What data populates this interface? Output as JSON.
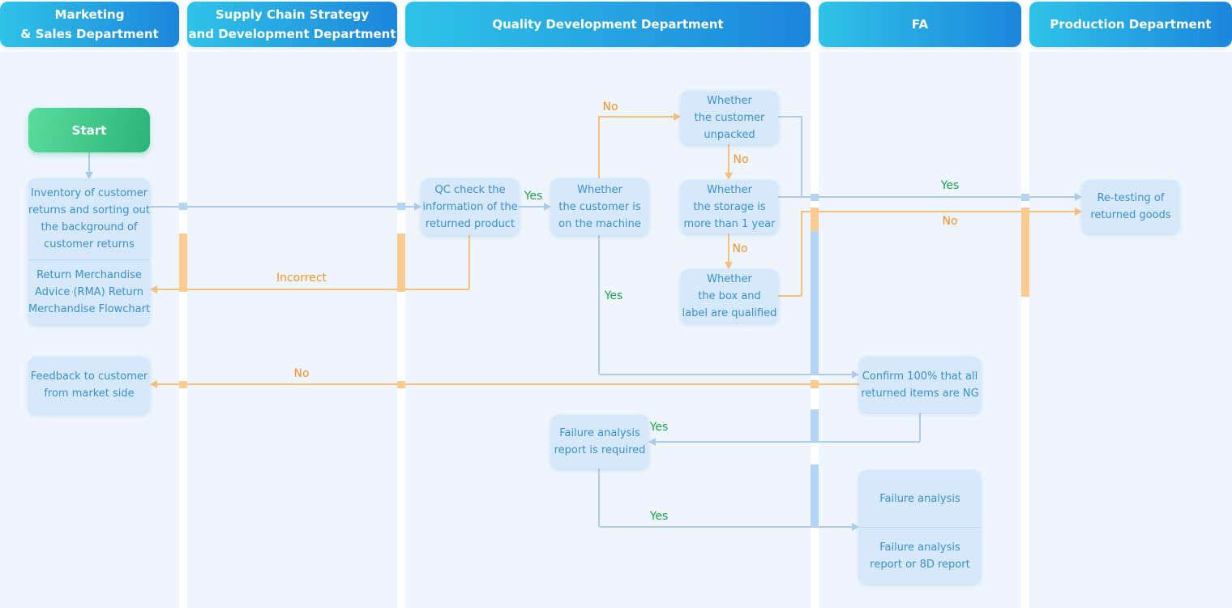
{
  "lanes": [
    {
      "id": "marketing",
      "title_lines": [
        "Marketing",
        "& Sales Department"
      ]
    },
    {
      "id": "supply_chain",
      "title_lines": [
        "Supply Chain Strategy",
        "and Development Department"
      ]
    },
    {
      "id": "quality",
      "title_lines": [
        "Quality Development Department"
      ]
    },
    {
      "id": "fa",
      "title_lines": [
        "FA"
      ]
    },
    {
      "id": "production",
      "title_lines": [
        "Production Department"
      ]
    }
  ],
  "nodes": {
    "start": {
      "label": "Start"
    },
    "inventory": {
      "lines": [
        "Inventory of customer",
        "returns and sorting out",
        "the background of",
        "customer returns"
      ]
    },
    "rma": {
      "lines": [
        "Return Merchandise",
        "Advice (RMA) Return",
        "Merchandise Flowchart"
      ]
    },
    "feedback": {
      "lines": [
        "Feedback to customer",
        "from market side"
      ]
    },
    "qc_check": {
      "lines": [
        "QC check the",
        "information of the",
        "returned product"
      ]
    },
    "on_machine": {
      "lines": [
        "Whether",
        "the customer is",
        "on the machine"
      ]
    },
    "unpacked": {
      "lines": [
        "Whether",
        "the customer",
        "unpacked"
      ]
    },
    "storage": {
      "lines": [
        "Whether",
        "the storage is",
        "more than 1 year"
      ]
    },
    "box_label": {
      "lines": [
        "Whether",
        "the box and",
        "label are qualified"
      ]
    },
    "retest": {
      "lines": [
        "Re-testing of",
        "returned goods"
      ]
    },
    "confirm_ng": {
      "lines": [
        "Confirm 100% that all",
        "returned items are NG"
      ]
    },
    "fa_report_required": {
      "lines": [
        "Failure analysis",
        "report is required"
      ]
    },
    "failure_analysis": {
      "lines": [
        "Failure analysis"
      ]
    },
    "failure_report": {
      "lines": [
        "Failure analysis",
        "report or 8D report"
      ]
    }
  },
  "edge_labels": {
    "yes_qc_to_machine": "Yes",
    "no_machine_to_unpacked": "No",
    "no_unpacked_to_storage": "No",
    "no_storage_to_boxlabel": "No",
    "yes_to_retest": "Yes",
    "no_to_retest": "No",
    "incorrect_to_rma": "Incorrect",
    "yes_machine_to_confirm": "Yes",
    "no_confirm_to_feedback": "No",
    "yes_confirm_to_report": "Yes",
    "yes_report_to_analysis": "Yes"
  },
  "colors": {
    "header_gradient_start": "#2fc3e8",
    "header_gradient_end": "#1b86db",
    "lane_bg": "#eef5fc",
    "node_bg": "#d6e8fb",
    "node_text": "#3a8fd1",
    "start_gradient_start": "#58dd9d",
    "start_gradient_end": "#2cb378",
    "blue_edge": "#accced",
    "orange_edge": "#f8bd80",
    "green_label": "#1fa24a",
    "orange_label": "#f5922e"
  }
}
